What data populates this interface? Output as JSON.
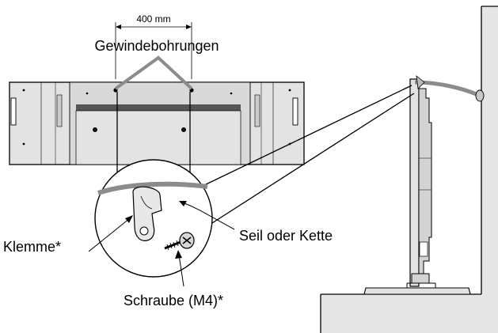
{
  "dimension_label": "400 mm",
  "labels": {
    "threaded_holes": "Gewindebohrungen",
    "clamp": "Klemme*",
    "rope_or_chain": "Seil oder Kette",
    "screw": "Schraube (M4)*"
  },
  "colors": {
    "line": "#000000",
    "rope": "#8c8c8c",
    "wall": "#e6e6e6",
    "panel": "#e3e3e3",
    "panel_dark": "#cfcfcf"
  }
}
